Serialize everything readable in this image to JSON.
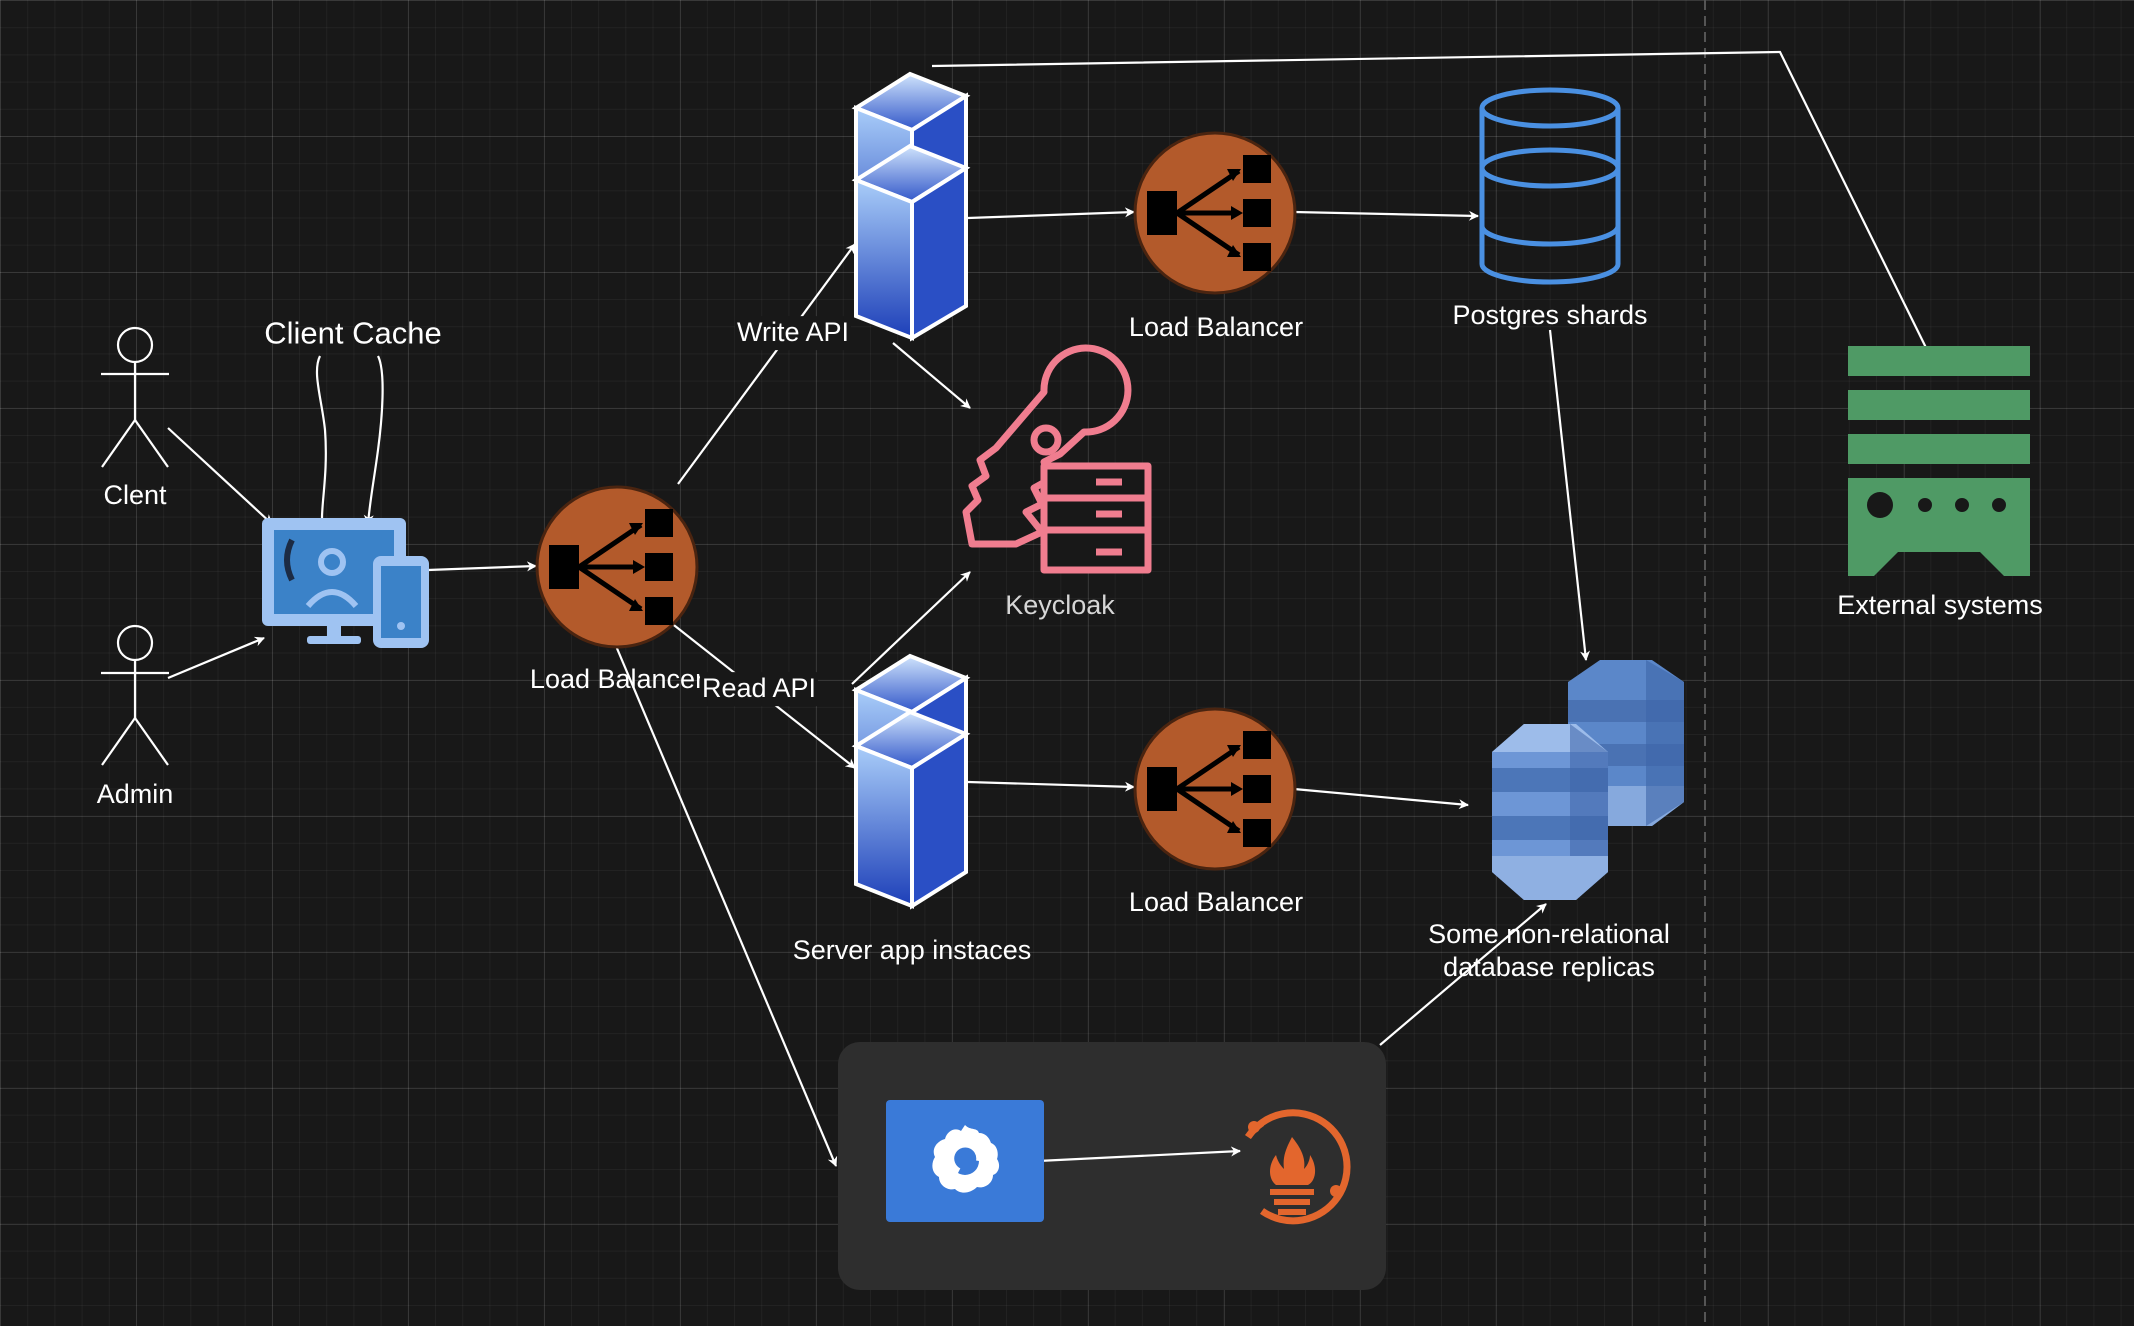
{
  "labels": {
    "client": "Clent",
    "admin": "Admin",
    "client_cache": "Client Cache",
    "load_balancer_main": "Load Balancer",
    "write_api": "Write API",
    "read_api": "Read API",
    "load_balancer_top": "Load Balancer",
    "load_balancer_bottom": "Load Balancer",
    "postgres": "Postgres shards",
    "keycloak": "Keycloak",
    "server_app": "Server app instaces",
    "nosql_line1": "Some non-relational",
    "nosql_line2": "database replicas",
    "external": "External systems"
  },
  "colors": {
    "background": "#181818",
    "arrows": "#ffffff",
    "load_balancer": "#b35a2b",
    "server": "#3d6fd6",
    "postgres": "#4a90e2",
    "keycloak": "#f07d8f",
    "nosql": "#5f88cc",
    "external": "#4f9a65",
    "grafana": "#3a7ad8",
    "prometheus": "#e3662d",
    "monitor_panel": "#2e2e2e"
  },
  "icons": [
    "actor-icon",
    "client-device-icon",
    "load-balancer-icon",
    "server-icon",
    "database-icon",
    "key-server-icon",
    "dynamodb-icon",
    "external-system-icon",
    "grafana-icon",
    "prometheus-icon"
  ]
}
